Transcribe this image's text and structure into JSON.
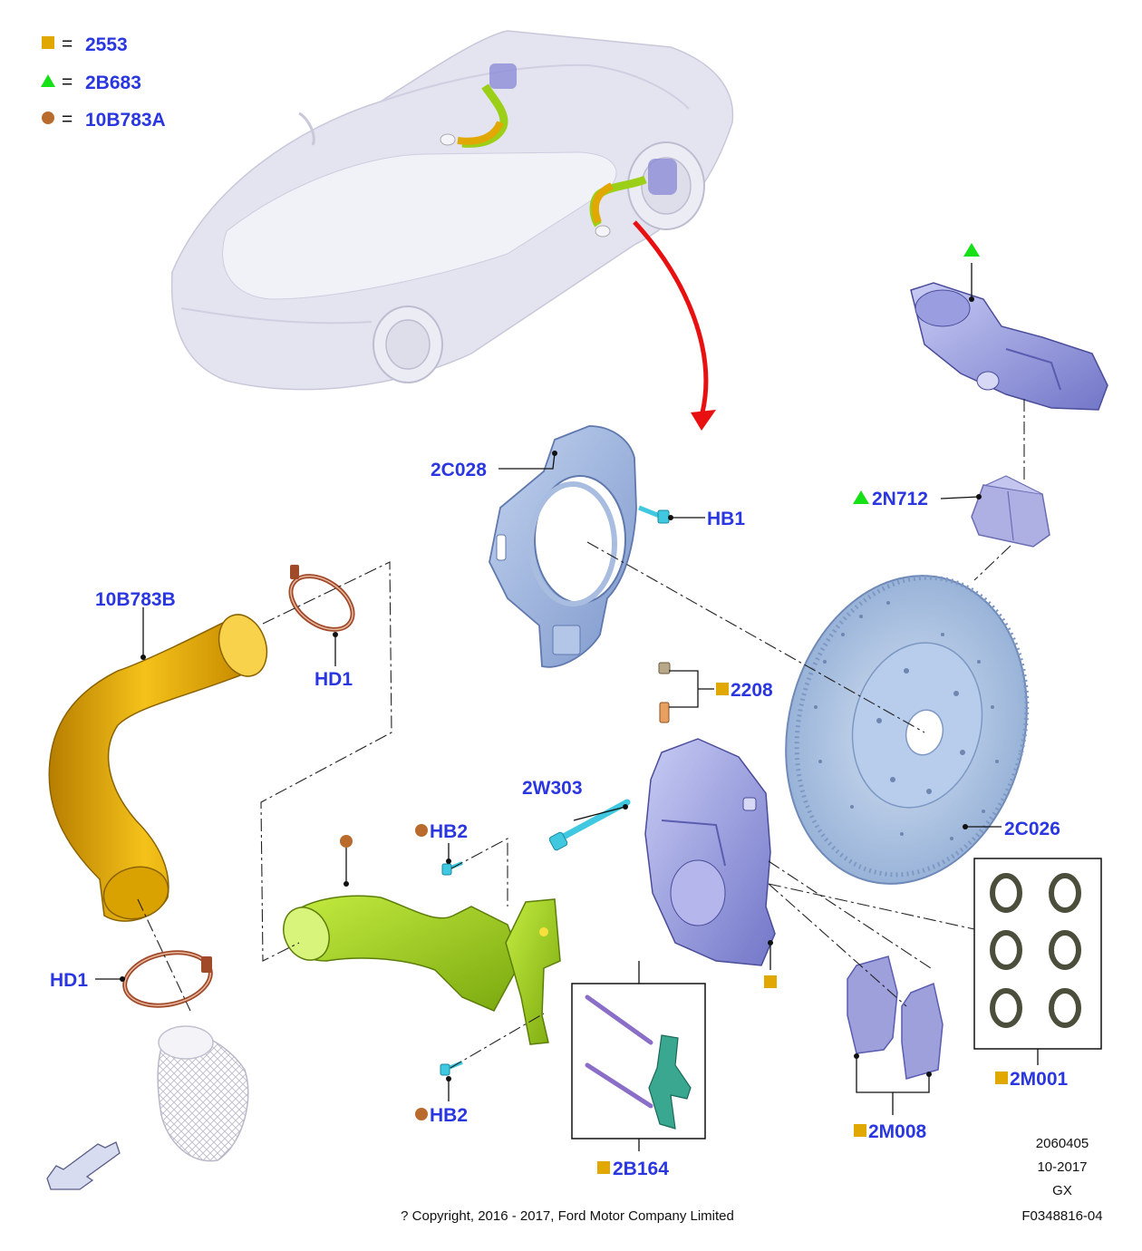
{
  "legend": [
    {
      "symbol": "square",
      "color": "#e0a800",
      "code": "2553"
    },
    {
      "symbol": "triangle",
      "color": "#16e016",
      "code": "2B683"
    },
    {
      "symbol": "circle",
      "color": "#b86b2c",
      "code": "10B783A"
    }
  ],
  "legend_eq": "=",
  "parts": {
    "c2028": "2C028",
    "hb1": "HB1",
    "n2712": "2N712",
    "b10783": "10B783B",
    "hd1_top": "HD1",
    "hd1_bottom": "HD1",
    "w2303": "2W303",
    "p2208": "2208",
    "hb2_top": "HB2",
    "hb2_bottom": "HB2",
    "c2026": "2C026",
    "m2001": "2M001",
    "m2008": "2M008",
    "b2164": "2B164"
  },
  "meta": {
    "drawing_no": "2060405",
    "date": "10-2017",
    "code": "GX",
    "figure": "F0348816-04",
    "copyright": "? Copyright, 2016 - 2017, Ford Motor Company Limited"
  },
  "colors": {
    "label": "#2a37e0",
    "square": "#e0a800",
    "triangle": "#16e016",
    "circle": "#b86b2c",
    "arrow": "#e81010",
    "car": "#e4e4f0",
    "duct_yellow": "#e0a800",
    "duct_green": "#9ccf18",
    "caliper": "#8c8cd8",
    "rotor": "#a9c3e3",
    "shield": "#9fb4dc",
    "clamp": "#a04a2a",
    "bolt": "#40c8e0"
  }
}
